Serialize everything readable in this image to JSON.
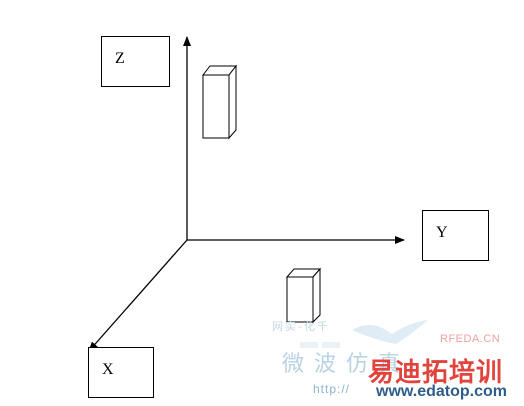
{
  "labels": {
    "z": "Z",
    "y": "Y",
    "x": "X"
  },
  "watermark": {
    "brand": "RFEDA.CN",
    "cn_small": "网实-化千",
    "cn_big": "微波仿真",
    "training": "易迪拓培训",
    "url_faint": "http://",
    "url": "www.edatop.com"
  },
  "colors": {
    "line": "#000000",
    "box_fill": "#ffffff",
    "watermark_red": "#e0443c",
    "watermark_blue": "#2f5d8a"
  }
}
